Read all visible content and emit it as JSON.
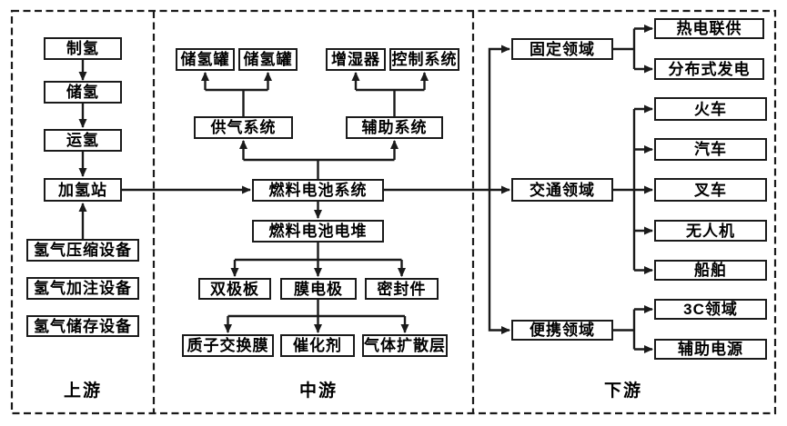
{
  "colors": {
    "background": "#ffffff",
    "line": "#1a1a1a",
    "box_border": "#1a1a1a",
    "text": "#000000"
  },
  "upstream": {
    "label": "上游",
    "chain": [
      "制氢",
      "储氢",
      "运氢",
      "加氢站"
    ],
    "equipment": [
      "氢气压缩设备",
      "氢气加注设备",
      "氢气储存设备"
    ]
  },
  "midstream": {
    "label": "中游",
    "gas_supply_children": [
      "储氢罐",
      "储氢罐"
    ],
    "auxiliary_children": [
      "增湿器",
      "控制系统"
    ],
    "gas_supply_system": "供气系统",
    "auxiliary_system": "辅助系统",
    "fuel_cell_system": "燃料电池系统",
    "fuel_cell_stack": "燃料电池电堆",
    "stack_components": [
      "双极板",
      "膜电极",
      "密封件"
    ],
    "mea_components": [
      "质子交换膜",
      "催化剂",
      "气体扩散层"
    ]
  },
  "downstream": {
    "label": "下游",
    "stationary": {
      "label": "固定领域",
      "items": [
        "热电联供",
        "分布式发电"
      ]
    },
    "transportation": {
      "label": "交通领域",
      "items": [
        "火车",
        "汽车",
        "叉车",
        "无人机",
        "船舶"
      ]
    },
    "portable": {
      "label": "便携领域",
      "items": [
        "3C领域",
        "辅助电源"
      ]
    }
  },
  "edges": [
    "制氢→储氢",
    "储氢→运氢",
    "运氢→加氢站",
    "氢气压缩设备→加氢站",
    "加氢站→燃料电池系统",
    "燃料电池系统→供气系统",
    "燃料电池系统→辅助系统",
    "供气系统→储氢罐",
    "供气系统→储氢罐",
    "辅助系统→增湿器",
    "辅助系统→控制系统",
    "燃料电池系统→燃料电池电堆",
    "燃料电池电堆→双极板",
    "燃料电池电堆→膜电极",
    "燃料电池电堆→密封件",
    "膜电极→质子交换膜",
    "膜电极→催化剂",
    "膜电极→气体扩散层",
    "燃料电池系统→固定领域",
    "燃料电池系统→交通领域",
    "燃料电池系统→便携领域",
    "固定领域→热电联供",
    "固定领域→分布式发电",
    "交通领域→火车",
    "交通领域→汽车",
    "交通领域→叉车",
    "交通领域→无人机",
    "交通领域→船舶",
    "便携领域→3C领域",
    "便携领域→辅助电源"
  ]
}
